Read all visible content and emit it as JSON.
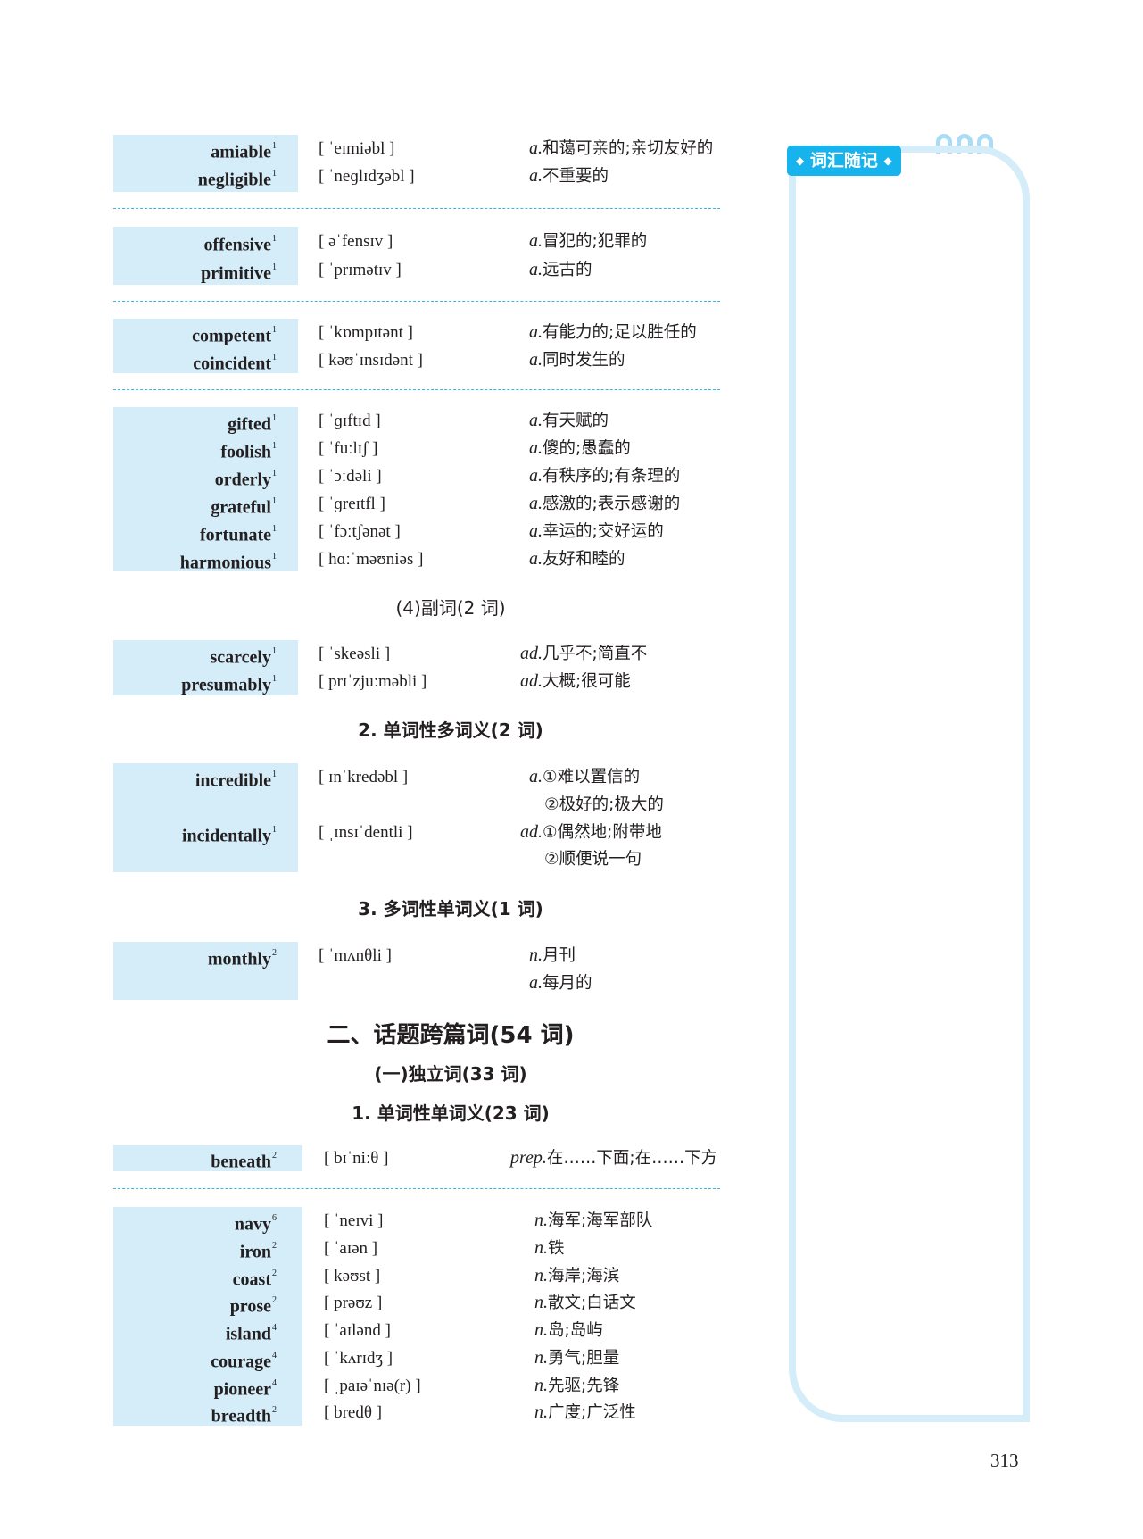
{
  "notes_panel": {
    "title": "词汇随记",
    "diamond_left": "◆",
    "diamond_right": "◆",
    "accent_color": "#17b3ec",
    "border_color": "#d4edf9"
  },
  "colors": {
    "word_box_bg": "#d4edf9",
    "dashed_separator": "#3bb6e4"
  },
  "group1": [
    {
      "word": "amiable",
      "freq": "1",
      "phonetic": "[ ˈeɪmiəbl ]",
      "pos": "a.",
      "meaning": "和蔼可亲的;亲切友好的"
    },
    {
      "word": "negligible",
      "freq": "1",
      "phonetic": "[ ˈneɡlɪdʒəbl ]",
      "pos": "a.",
      "meaning": "不重要的"
    }
  ],
  "group2": [
    {
      "word": "offensive",
      "freq": "1",
      "phonetic": "[ əˈfensɪv ]",
      "pos": "a.",
      "meaning": "冒犯的;犯罪的"
    },
    {
      "word": "primitive",
      "freq": "1",
      "phonetic": "[ ˈprɪmətɪv ]",
      "pos": "a.",
      "meaning": "远古的"
    }
  ],
  "group3": [
    {
      "word": "competent",
      "freq": "1",
      "phonetic": "[ ˈkɒmpɪtənt ]",
      "pos": "a.",
      "meaning": "有能力的;足以胜任的"
    },
    {
      "word": "coincident",
      "freq": "1",
      "phonetic": "[ kəʊˈɪnsɪdənt ]",
      "pos": "a.",
      "meaning": "同时发生的"
    }
  ],
  "group4": [
    {
      "word": "gifted",
      "freq": "1",
      "phonetic": "[ ˈɡɪftɪd ]",
      "pos": "a.",
      "meaning": "有天赋的"
    },
    {
      "word": "foolish",
      "freq": "1",
      "phonetic": "[ ˈfuːlɪʃ ]",
      "pos": "a.",
      "meaning": "傻的;愚蠢的"
    },
    {
      "word": "orderly",
      "freq": "1",
      "phonetic": "[ ˈɔːdəli ]",
      "pos": "a.",
      "meaning": "有秩序的;有条理的"
    },
    {
      "word": "grateful",
      "freq": "1",
      "phonetic": "[ ˈɡreɪtfl ]",
      "pos": "a.",
      "meaning": "感激的;表示感谢的"
    },
    {
      "word": "fortunate",
      "freq": "1",
      "phonetic": "[ ˈfɔːtʃənət ]",
      "pos": "a.",
      "meaning": "幸运的;交好运的"
    },
    {
      "word": "harmonious",
      "freq": "1",
      "phonetic": "[ hɑːˈməʊniəs ]",
      "pos": "a.",
      "meaning": "友好和睦的"
    }
  ],
  "heading_adverbs": "(4)副词(2 词)",
  "group5": [
    {
      "word": "scarcely",
      "freq": "1",
      "phonetic": "[ ˈskeəsli ]",
      "pos": "ad.",
      "meaning": "几乎不;简直不"
    },
    {
      "word": "presumably",
      "freq": "1",
      "phonetic": "[ prɪˈzjuːməbli ]",
      "pos": "ad.",
      "meaning": "大概;很可能"
    }
  ],
  "heading_multi_meaning": "2. 单词性多词义(2 词)",
  "group6": [
    {
      "word": "incredible",
      "freq": "1",
      "phonetic": "[ ɪnˈkredəbl ]",
      "pos": "a.",
      "meaning": "①难以置信的",
      "meaning2": "②极好的;极大的"
    },
    {
      "word": "incidentally",
      "freq": "1",
      "phonetic": "[ ˌɪnsɪˈdentli ]",
      "pos": "ad.",
      "meaning": "①偶然地;附带地",
      "meaning2": "②顺便说一句"
    }
  ],
  "heading_multi_pos": "3. 多词性单词义(1 词)",
  "group7": [
    {
      "word": "monthly",
      "freq": "2",
      "phonetic": "[ ˈmʌnθli ]",
      "pos": "n.",
      "meaning": "月刊",
      "pos2": "a.",
      "meaning2": "每月的"
    }
  ],
  "section_title": "二、话题跨篇词(54 词)",
  "subsection_title": "(一)独立词(33 词)",
  "heading_single": "1. 单词性单词义(23 词)",
  "group8": [
    {
      "word": "beneath",
      "freq": "2",
      "phonetic": "[ bɪˈniːθ ]",
      "pos": "prep.",
      "meaning": "在……下面;在……下方"
    }
  ],
  "group9": [
    {
      "word": "navy",
      "freq": "6",
      "phonetic": "[ ˈneɪvi ]",
      "pos": "n.",
      "meaning": "海军;海军部队"
    },
    {
      "word": "iron",
      "freq": "2",
      "phonetic": "[ ˈaɪən ]",
      "pos": "n.",
      "meaning": "铁"
    },
    {
      "word": "coast",
      "freq": "2",
      "phonetic": "[ kəʊst ]",
      "pos": "n.",
      "meaning": "海岸;海滨"
    },
    {
      "word": "prose",
      "freq": "2",
      "phonetic": "[ prəʊz ]",
      "pos": "n.",
      "meaning": "散文;白话文"
    },
    {
      "word": "island",
      "freq": "4",
      "phonetic": "[ ˈaɪlənd ]",
      "pos": "n.",
      "meaning": "岛;岛屿"
    },
    {
      "word": "courage",
      "freq": "4",
      "phonetic": "[ ˈkʌrɪdʒ ]",
      "pos": "n.",
      "meaning": "勇气;胆量"
    },
    {
      "word": "pioneer",
      "freq": "4",
      "phonetic": "[ ˌpaɪəˈnɪə(r) ]",
      "pos": "n.",
      "meaning": "先驱;先锋"
    },
    {
      "word": "breadth",
      "freq": "2",
      "phonetic": "[ bredθ ]",
      "pos": "n.",
      "meaning": "广度;广泛性"
    }
  ],
  "page_number": "313"
}
